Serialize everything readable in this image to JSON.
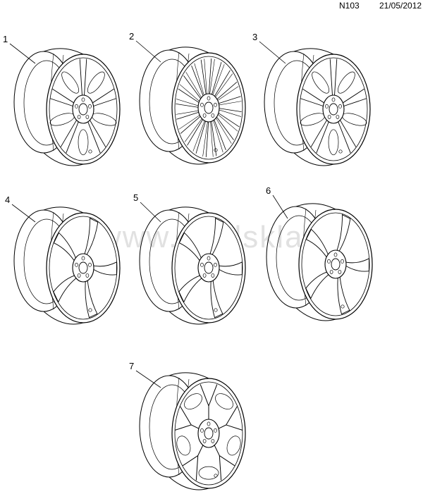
{
  "header": {
    "code": "N103",
    "date": "21/05/2012"
  },
  "watermark": "www.opelsklad.ru",
  "wheels": [
    {
      "callout": "1",
      "spokes": 5,
      "style": "double-spoke"
    },
    {
      "callout": "2",
      "spokes": 20,
      "style": "multi-spoke"
    },
    {
      "callout": "3",
      "spokes": 5,
      "style": "double-spoke"
    },
    {
      "callout": "4",
      "spokes": 5,
      "style": "twisted-spoke"
    },
    {
      "callout": "5",
      "spokes": 5,
      "style": "twisted-spoke"
    },
    {
      "callout": "6",
      "spokes": 5,
      "style": "twisted-spoke"
    },
    {
      "callout": "7",
      "spokes": 5,
      "style": "y-spoke"
    }
  ],
  "colors": {
    "line": "#000000",
    "watermark": "#bdbdbd"
  }
}
